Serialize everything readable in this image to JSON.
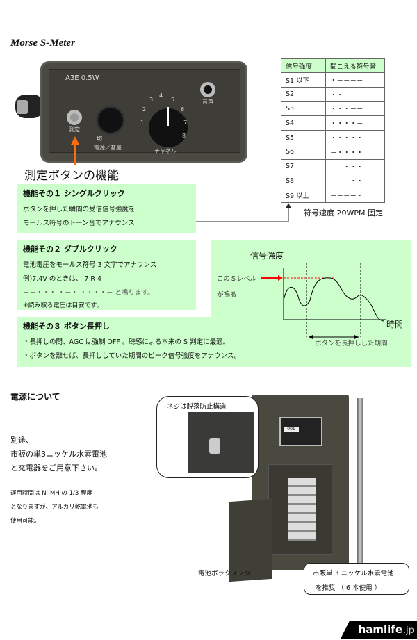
{
  "title": "Morse S-Meter",
  "device_front": {
    "model_label": "A3E  0.5W",
    "jack_label": "測定",
    "power_off": "切",
    "power_label": "電源／音量",
    "channel_label": "チャネル",
    "audio_label": "音声",
    "channels": [
      "1",
      "2",
      "3",
      "4",
      "5",
      "6",
      "7",
      "8"
    ]
  },
  "function_heading": "測定ボタンの機能",
  "table": {
    "headers": [
      "信号強度",
      "聞こえる符号音"
    ],
    "rows": [
      [
        "S1 以下",
        "・－－－－"
      ],
      [
        "S2",
        "・・－－－"
      ],
      [
        "S3",
        "・・・－－"
      ],
      [
        "S4",
        "・・・・－"
      ],
      [
        "S5",
        "・・・・・"
      ],
      [
        "S6",
        "－・・・・"
      ],
      [
        "S7",
        "－－・・・"
      ],
      [
        "S8",
        "－－－・・"
      ],
      [
        "S9 以上",
        "－－－－・"
      ]
    ],
    "note": "符号速度  20WPM 固定"
  },
  "func1": {
    "title": "機能その１  シングルクリック",
    "lines": [
      "ボタンを押した瞬間の受信信号強度を",
      "モールス符号のトーン音でアナウンス"
    ]
  },
  "func2": {
    "title": "機能その２  ダブルクリック",
    "lines": [
      "電池電圧をモールス符号 3 文字でアナウンス",
      "例)7.4V のときは、 7 R 4",
      "－－・・・   ・－・   ・・・・－     と鳴ります。",
      "※読み取る電圧は目安です。"
    ]
  },
  "func3": {
    "title": "機能その３  ボタン長押し",
    "line1_pre": "・長押しの間、",
    "line1_ul": "AGC は強制 OFF ",
    "line1_post": " 。聴感による本来の S 判定に最適。",
    "line2": "・ボタンを離せば、長押ししていた期間のピーク信号強度をアナウンス。"
  },
  "graph": {
    "ylabel": "信号強度",
    "xlabel": "時間",
    "level_label1": "このＳレベル",
    "level_label2": "が鳴る",
    "period_label": "ボタンを長押しした期間",
    "accent": "#ff0000"
  },
  "power": {
    "heading": "電源について",
    "lines": [
      "別途、",
      "市販の単3ニッケル水素電池",
      "と充電器をご用意下さい。"
    ],
    "small": [
      "運用時間は Ni-MH の 1/3 程度",
      "となりますが、アルカリ乾電池も",
      "使用可能。"
    ],
    "callout1": "ネジは脱落防止構造",
    "cover_label": "電池ボックスフタ",
    "callout2": [
      "市販単 3 ニッケル水素電池",
      "を推奨 （ 6 本使用 ）"
    ],
    "plate_serial": "001"
  },
  "logo": {
    "text": "hamlife",
    "suffix": ".jp"
  },
  "colors": {
    "green": "#ccffcc",
    "orange": "#ff6a13",
    "device": "#4b4a42"
  }
}
